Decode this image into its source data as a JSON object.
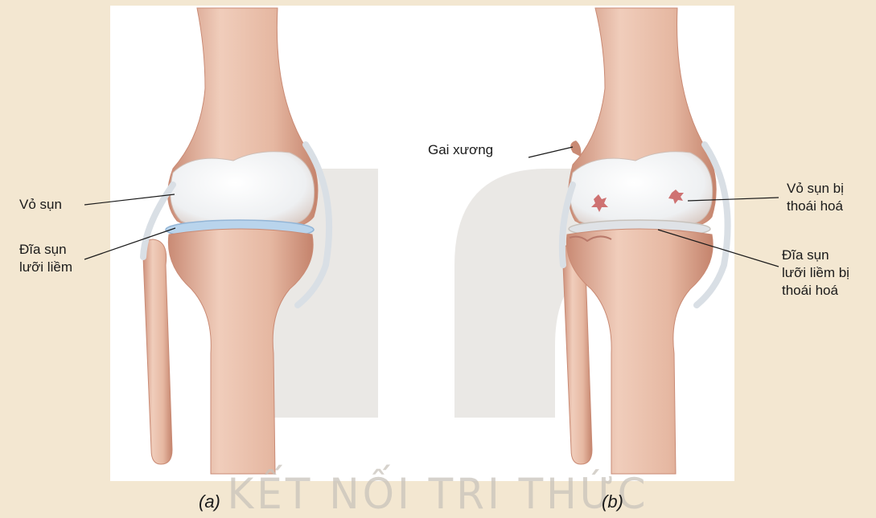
{
  "watermark": "KẾT NỐI TRI THỨC",
  "left": {
    "caption": "(a)",
    "labels": {
      "cartilage": "Vỏ sụn",
      "meniscus": "Đĩa sụn\nlưỡi liềm"
    }
  },
  "right": {
    "caption": "(b)",
    "labels": {
      "spur": "Gai xương",
      "cartilage": "Vỏ sụn bị\nthoái hoá",
      "meniscus": "Đĩa sụn\nlưỡi liềm bị\nthoái hoá"
    }
  },
  "colors": {
    "background": "#f3e7d1",
    "bone": "#e4b7a3",
    "bone_shadow": "#c98a74",
    "cartilage": "#eef3f6",
    "meniscus": "#b9d4ec",
    "ligament": "#d9dfe5",
    "damage": "#c85a5a"
  }
}
